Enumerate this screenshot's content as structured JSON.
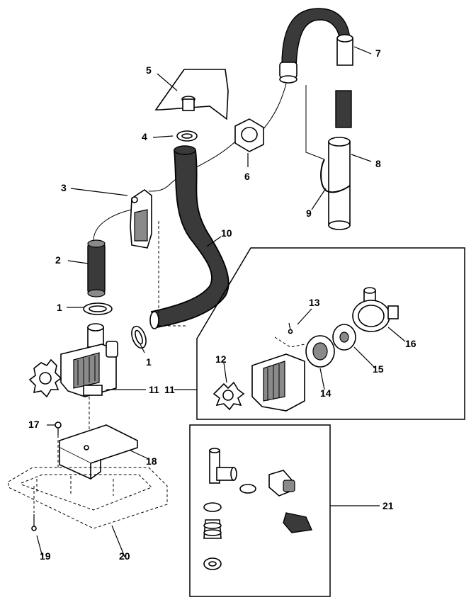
{
  "callouts": {
    "c1a": "1",
    "c1b": "1",
    "c2": "2",
    "c3": "3",
    "c4": "4",
    "c5": "5",
    "c6": "6",
    "c7": "7",
    "c8": "8",
    "c9": "9",
    "c10": "10",
    "c11a": "11",
    "c11b": "11",
    "c12": "12",
    "c13": "13",
    "c14": "14",
    "c15": "15",
    "c16": "16",
    "c17": "17",
    "c18": "18",
    "c19": "19",
    "c20": "20",
    "c21": "21"
  }
}
